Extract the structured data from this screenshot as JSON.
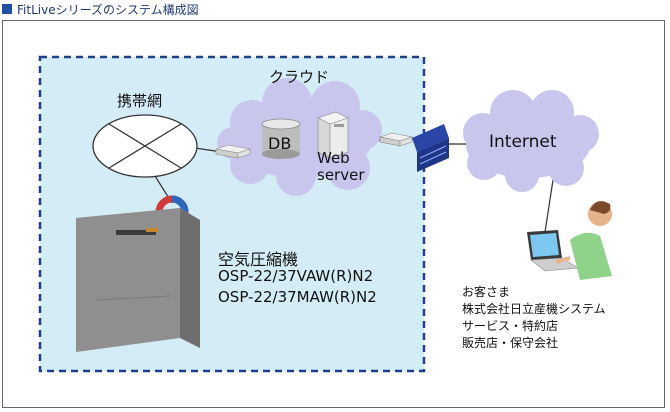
{
  "title": "FitLiveシリーズのシステム構成図",
  "nodes": {
    "mobile_network": "携帯網",
    "cloud": "クラウド",
    "db": "DB",
    "web_server": "Web\nserver",
    "internet": "Internet"
  },
  "compressor": {
    "name": "空気圧縮機",
    "models": [
      "OSP-22/37VAW(R)N2",
      "OSP-22/37MAW(R)N2"
    ]
  },
  "customers": [
    "お客さま",
    "株式会社日立産機システム",
    "サービス・特約店",
    "販売店・保守会社"
  ],
  "colors": {
    "zone_fill": "#d4ecf5",
    "zone_border": "#1f3f8f",
    "cloud_fill": "#c9c6ee",
    "firewall": "#2a45a8",
    "title_marker": "#1f4fa0"
  }
}
